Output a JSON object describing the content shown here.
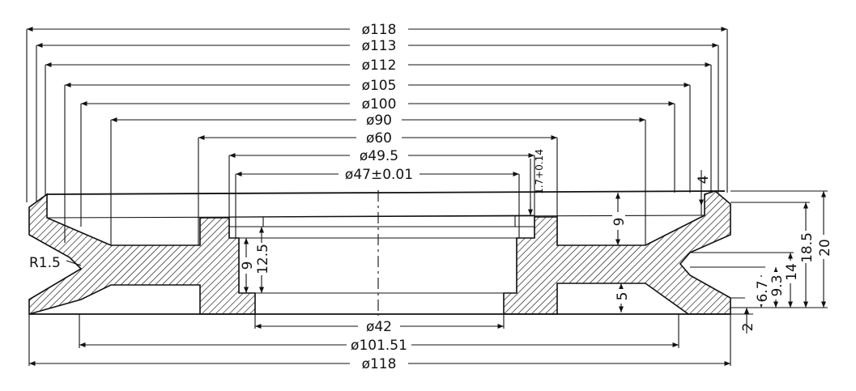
{
  "drawing": {
    "horizontal_dims": {
      "d118_top": "ø118",
      "d113": "ø113",
      "d112": "ø112",
      "d105": "ø105",
      "d100": "ø100",
      "d90": "ø90",
      "d60": "ø60",
      "d49_5": "ø49.5",
      "d47": "ø47±0.01",
      "d42": "ø42",
      "d101_51": "ø101.51",
      "d118_bottom": "ø118"
    },
    "vertical_dims": {
      "v4": "4",
      "v9_right": "9",
      "v5": "5",
      "v2": "2",
      "v6_7": "6.7",
      "v9_3": "9.3",
      "v14": "14",
      "v18_5": "18.5",
      "v20": "20",
      "v9_left": "9",
      "v12_5": "12.5",
      "v1_7": "1.7+0.14"
    },
    "radius_label": "R1.5"
  }
}
